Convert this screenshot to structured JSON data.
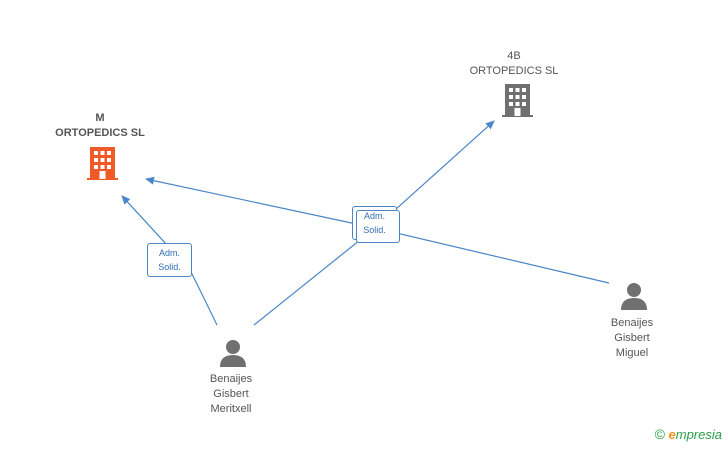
{
  "nodes": {
    "company_m": {
      "lines": [
        "M",
        "ORTOPEDICS SL"
      ],
      "color": "#f05a28"
    },
    "company_4b": {
      "lines": [
        "4B",
        "ORTOPEDICS  SL"
      ],
      "color": "#707070"
    },
    "person_meritxell": {
      "lines": [
        "Benaijes",
        "Gisbert",
        "Meritxell"
      ],
      "color": "#707070"
    },
    "person_miguel": {
      "lines": [
        "Benaijes",
        "Gisbert",
        "Miguel"
      ],
      "color": "#707070"
    }
  },
  "relations": {
    "rel_left": {
      "lines": [
        "Adm.",
        "Solid."
      ]
    },
    "rel_center": {
      "lines": [
        "Adm.",
        "Solid."
      ]
    }
  },
  "edge_color": "#4a86c8",
  "brand": {
    "copyright": "©",
    "initial": "e",
    "name": "mpresia"
  }
}
